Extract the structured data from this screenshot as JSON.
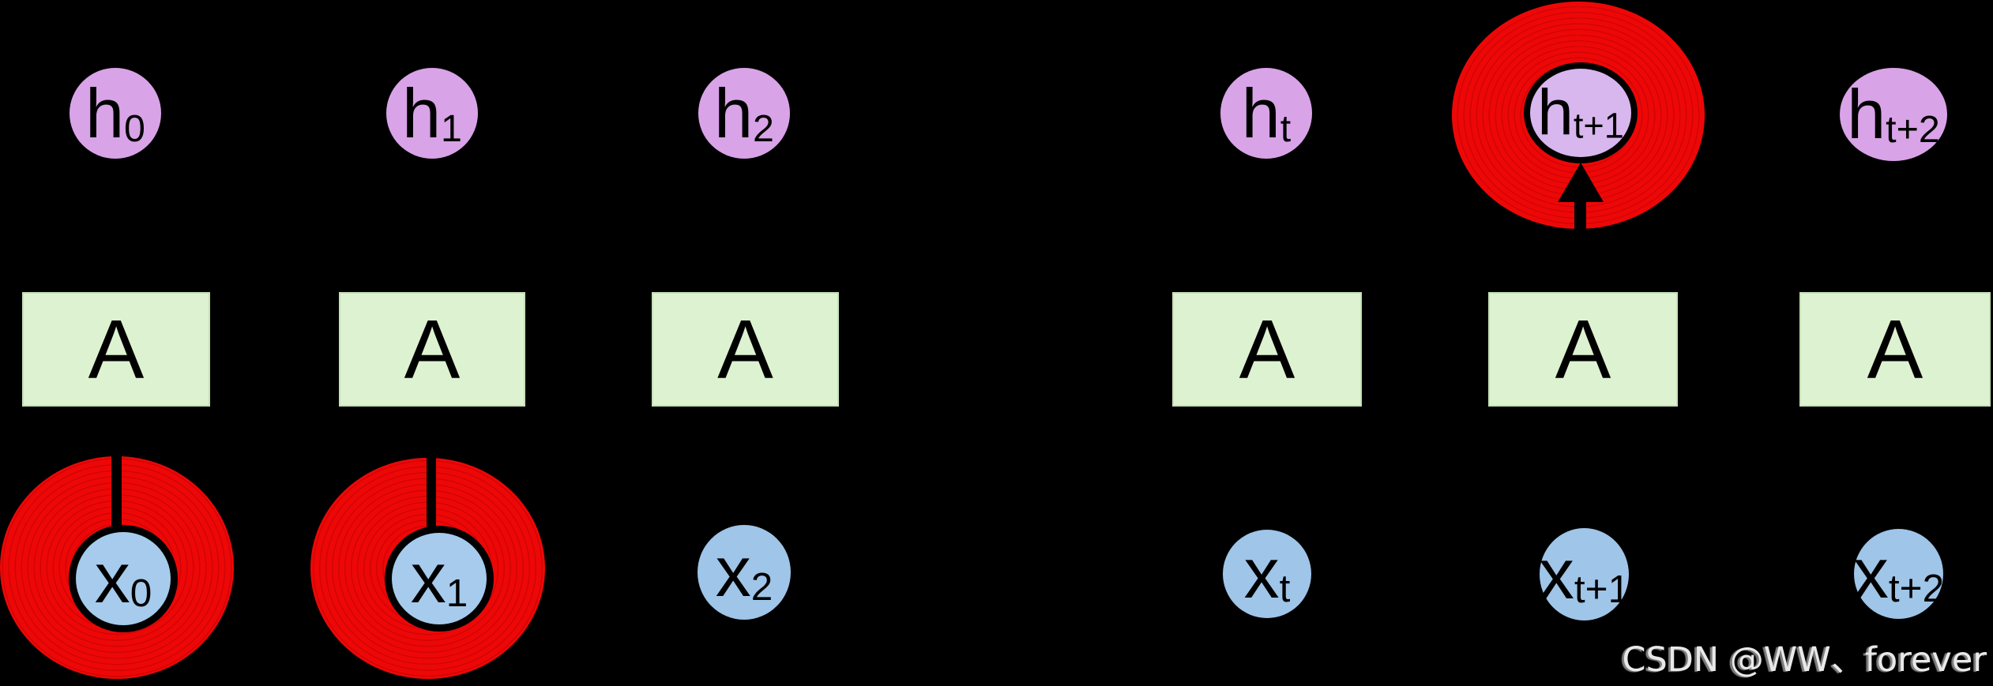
{
  "watermark": {
    "text": "CSDN @WW、forever"
  },
  "colors": {
    "background": "#000000",
    "hidden_node_fill": "#d9a3e8",
    "hidden_node_highlight_fill": "#d8b6ee",
    "input_node_fill": "#9fc5e8",
    "cell_fill": "#ddf2d0",
    "annotation_red": "#ee0707",
    "stroke_black": "#000000",
    "watermark_gray": "#e9e9e9"
  },
  "columns": [
    {
      "hidden": {
        "main": "h",
        "sub": "0"
      },
      "cell": "A",
      "input": {
        "main": "x",
        "sub": "0"
      }
    },
    {
      "hidden": {
        "main": "h",
        "sub": "1"
      },
      "cell": "A",
      "input": {
        "main": "x",
        "sub": "1"
      }
    },
    {
      "hidden": {
        "main": "h",
        "sub": "2"
      },
      "cell": "A",
      "input": {
        "main": "x",
        "sub": "2"
      }
    },
    {
      "hidden": {
        "main": "h",
        "sub": "t"
      },
      "cell": "A",
      "input": {
        "main": "x",
        "sub": "t"
      }
    },
    {
      "hidden": {
        "main": "h",
        "sub": "t+1"
      },
      "cell": "A",
      "input": {
        "main": "x",
        "sub": "t+1"
      }
    },
    {
      "hidden": {
        "main": "h",
        "sub": "t+2"
      },
      "cell": "A",
      "input": {
        "main": "x",
        "sub": "t+2"
      }
    }
  ],
  "annotations": {
    "red_circled_nodes": [
      "x0",
      "x1",
      "h_t+1"
    ],
    "arrow_target": "h_t+1"
  }
}
